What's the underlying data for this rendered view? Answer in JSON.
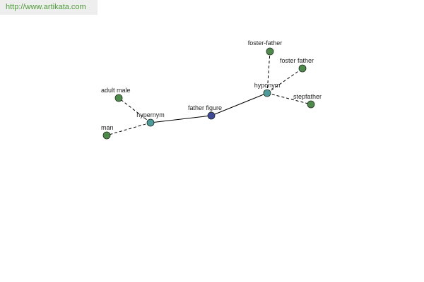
{
  "watermark": {
    "url": "http://www.artikata.com"
  },
  "colors": {
    "word_node": "#4f8a4c",
    "relation_node": "#4e9a9a",
    "center_node": "#40489a",
    "node_stroke": "#1f2f1f",
    "edge": "#000000",
    "link_text": "#4e9a3a"
  },
  "graph": {
    "nodes": [
      {
        "id": "father-figure",
        "label": "father figure",
        "kind": "center"
      },
      {
        "id": "hypernym",
        "label": "hypernym",
        "kind": "relation"
      },
      {
        "id": "hyponym",
        "label": "hyponym",
        "kind": "relation"
      },
      {
        "id": "adult-male",
        "label": "adult male",
        "kind": "word"
      },
      {
        "id": "man",
        "label": "man",
        "kind": "word"
      },
      {
        "id": "foster-father-hyphen",
        "label": "foster-father",
        "kind": "word"
      },
      {
        "id": "foster-father",
        "label": "foster father",
        "kind": "word"
      },
      {
        "id": "stepfather",
        "label": "stepfather",
        "kind": "word"
      }
    ],
    "edges": [
      {
        "from": "father-figure",
        "to": "hypernym",
        "style": "solid"
      },
      {
        "from": "father-figure",
        "to": "hyponym",
        "style": "solid"
      },
      {
        "from": "hypernym",
        "to": "adult-male",
        "style": "dashed"
      },
      {
        "from": "hypernym",
        "to": "man",
        "style": "dashed"
      },
      {
        "from": "hyponym",
        "to": "foster-father-hyphen",
        "style": "dashed"
      },
      {
        "from": "hyponym",
        "to": "foster-father",
        "style": "dashed"
      },
      {
        "from": "hyponym",
        "to": "stepfather",
        "style": "dashed"
      }
    ]
  }
}
